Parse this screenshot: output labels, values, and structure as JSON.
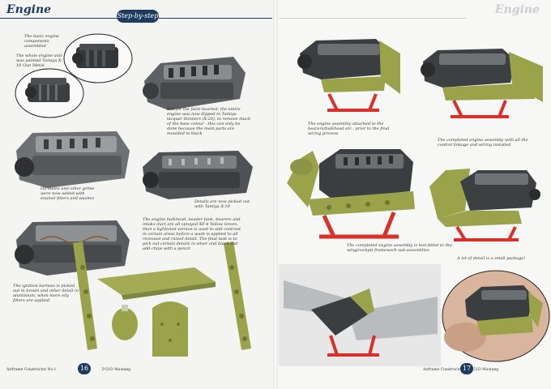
{
  "header": {
    "left_title": "Engine",
    "step_tab": "Step-by-step",
    "right_title": "Engine"
  },
  "captions": {
    "basic": "The basic engine components assembled",
    "whole": "The whole engine unit was painted Tamiya X-10 Gun Metal",
    "inkwash": "Not for the faint-hearted, the entire engine was now dipped in Tamiya lacquer thinners (X-20), to remove much of the base colour - this can only be done because the main parts are moulded in black",
    "oilstains": "Oil stains and other grime were now added with enamel filters and washes",
    "details": "Details are now picked out with Tamiya X-10",
    "bulkhead": "The engine bulkhead, header tank, bearers and intake duct are all sprayed XF-4 Yellow Green, then a lightened version is used to add contrast in certain areas before a wash is applied to all recessed and raised detail. The final task is to pick out certain details in silver and black and add chips with a pencil",
    "harness": "The ignition harness is picked out in brown and other detail in aluminium, when more oily filters are applied",
    "attached": "The engine assembly attached to the bearers/bulkhead etc., prior to the final wiring process",
    "completed": "The completed engine assembly with all the control linkage and wiring installed",
    "testfit": "The completed engine assembly is test-fitted to the wing/cockpit framework sub-assemblies",
    "lot": "A lot of detail is a small package!"
  },
  "footer": {
    "left_pub": "Airframe Constructor No.1",
    "left_page": "16",
    "left_credit": "P-51D Mustang",
    "right_pub": "Airframe Constructor No.1",
    "right_page": "17",
    "right_credit": "P-51D Mustang"
  },
  "colors": {
    "accent": "#1f3a5f",
    "engine_dark": "#3a3d40",
    "yellow_green": "#9aa24a",
    "stand_red": "#d9302a"
  }
}
